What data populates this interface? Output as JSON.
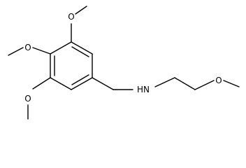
{
  "structure": {
    "atoms": {
      "o1": "O",
      "o2": "O",
      "o3": "O",
      "o4": "O",
      "n1": "HN"
    }
  }
}
